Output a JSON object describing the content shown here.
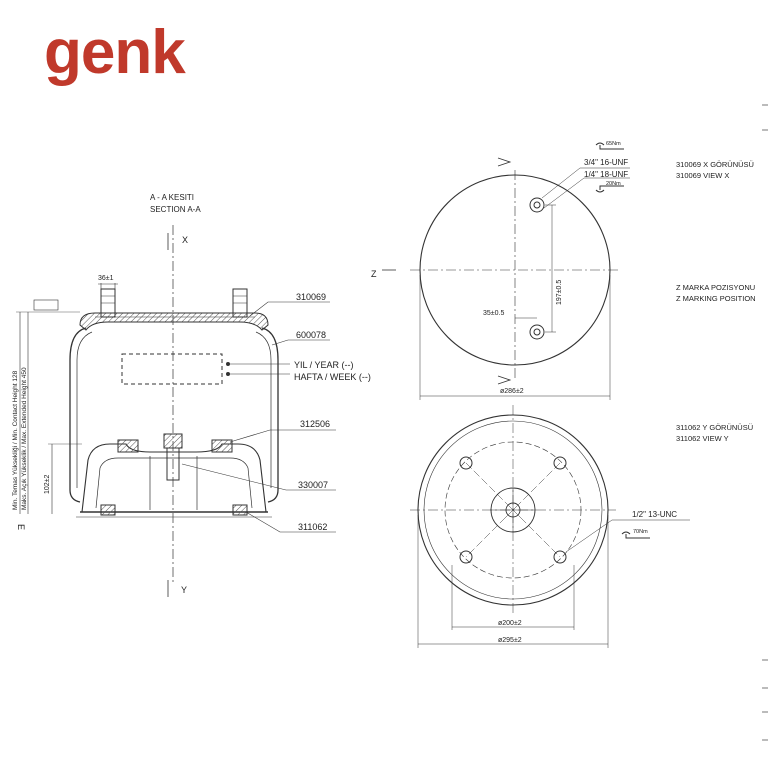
{
  "brand": {
    "logo_text": "genk",
    "color": "#c0392b"
  },
  "section": {
    "title_tr": "A - A KESITI",
    "title_en": "SECTION A-A",
    "axis_x": "X",
    "axis_y": "Y",
    "axis_e": "E"
  },
  "dims": {
    "d36": "36±1",
    "d102": "102±2",
    "d197": "197±0.5",
    "d35": "35±0.5",
    "d286": "ø286±2",
    "d200": "ø200±2",
    "d295": "ø295±2"
  },
  "height_labels": {
    "line1": "Min. Temas Yüksekliği / Min. Contact Height 128",
    "line2": "Maks. Açık Yükseklik / Max. Extended Height 450"
  },
  "parts": {
    "p1": "310069",
    "p2": "600078",
    "p3": "312506",
    "p4": "330007",
    "p5": "311062"
  },
  "marks": {
    "year": "YIL / YEAR (--)",
    "week": "HAFTA / WEEK (--)"
  },
  "top_view": {
    "thread1": "3/4\" 16-UNF",
    "thread2": "1/4\" 18-UNF",
    "torque1": "65Nm",
    "torque2": "20Nm",
    "axis_z": "Z",
    "title_tr": "310069 X GÖRÜNÜSÜ",
    "title_en": "310069  VIEW X"
  },
  "marking": {
    "tr": "Z MARKA POZISYONU",
    "en": "Z MARKING POSITION"
  },
  "bottom_view": {
    "thread": "1/2\" 13-UNC",
    "torque": "70Nm",
    "title_tr": "311062 Y GÖRÜNÜSÜ",
    "title_en": "311062 VIEW Y"
  }
}
